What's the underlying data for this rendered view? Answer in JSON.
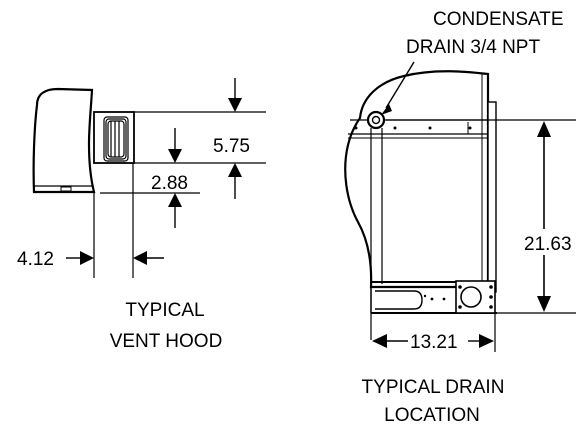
{
  "vent_hood": {
    "dim_height": "5.75",
    "dim_offset": "2.88",
    "dim_width": "4.12",
    "caption_line1": "TYPICAL",
    "caption_line2": "VENT HOOD"
  },
  "drain": {
    "callout_line1": "CONDENSATE",
    "callout_line2": "DRAIN 3/4 NPT",
    "dim_height": "21.63",
    "dim_width": "13.21",
    "caption_line1": "TYPICAL DRAIN",
    "caption_line2": "LOCATION"
  }
}
